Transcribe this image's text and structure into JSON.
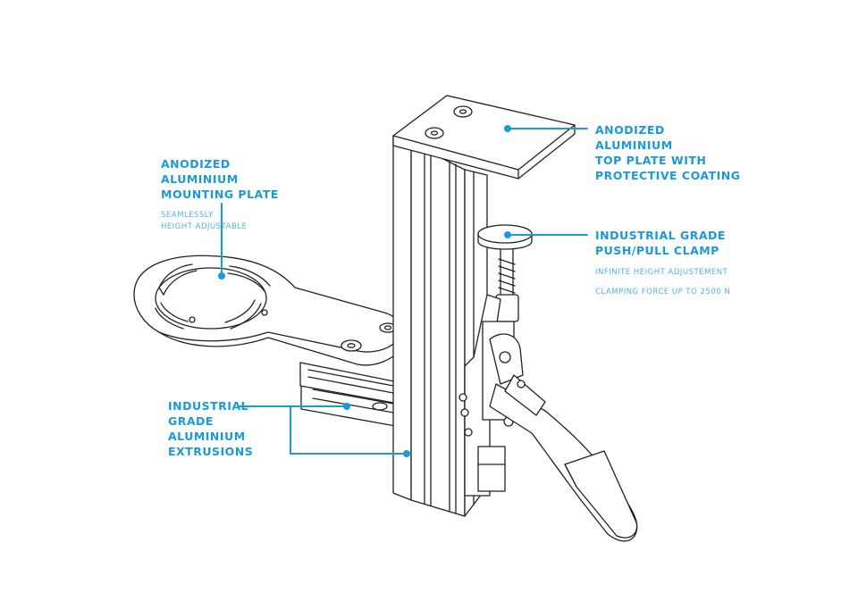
{
  "colors": {
    "accent": "#1a9ad6",
    "line": "#222222",
    "background": "#ffffff"
  },
  "callouts": {
    "mounting_plate": {
      "title": [
        "ANODIZED",
        "ALUMINIUM",
        "MOUNTING PLATE"
      ],
      "sub": [
        "SEAMLESSLY",
        "HEIGHT ADJUSTABLE"
      ]
    },
    "top_plate": {
      "title": [
        "ANODIZED",
        "ALUMINIUM",
        "TOP PLATE WITH",
        "PROTECTIVE COATING"
      ]
    },
    "clamp": {
      "title": [
        "INDUSTRIAL GRADE",
        "PUSH/PULL CLAMP"
      ],
      "sub1": "INFINITE HEIGHT ADJUSTEMENT",
      "sub2": "CLAMPING FORCE UP TO 2500 N"
    },
    "extrusions": {
      "title": [
        "INDUSTRIAL",
        "GRADE",
        "ALUMINIUM",
        "EXTRUSIONS"
      ]
    }
  }
}
